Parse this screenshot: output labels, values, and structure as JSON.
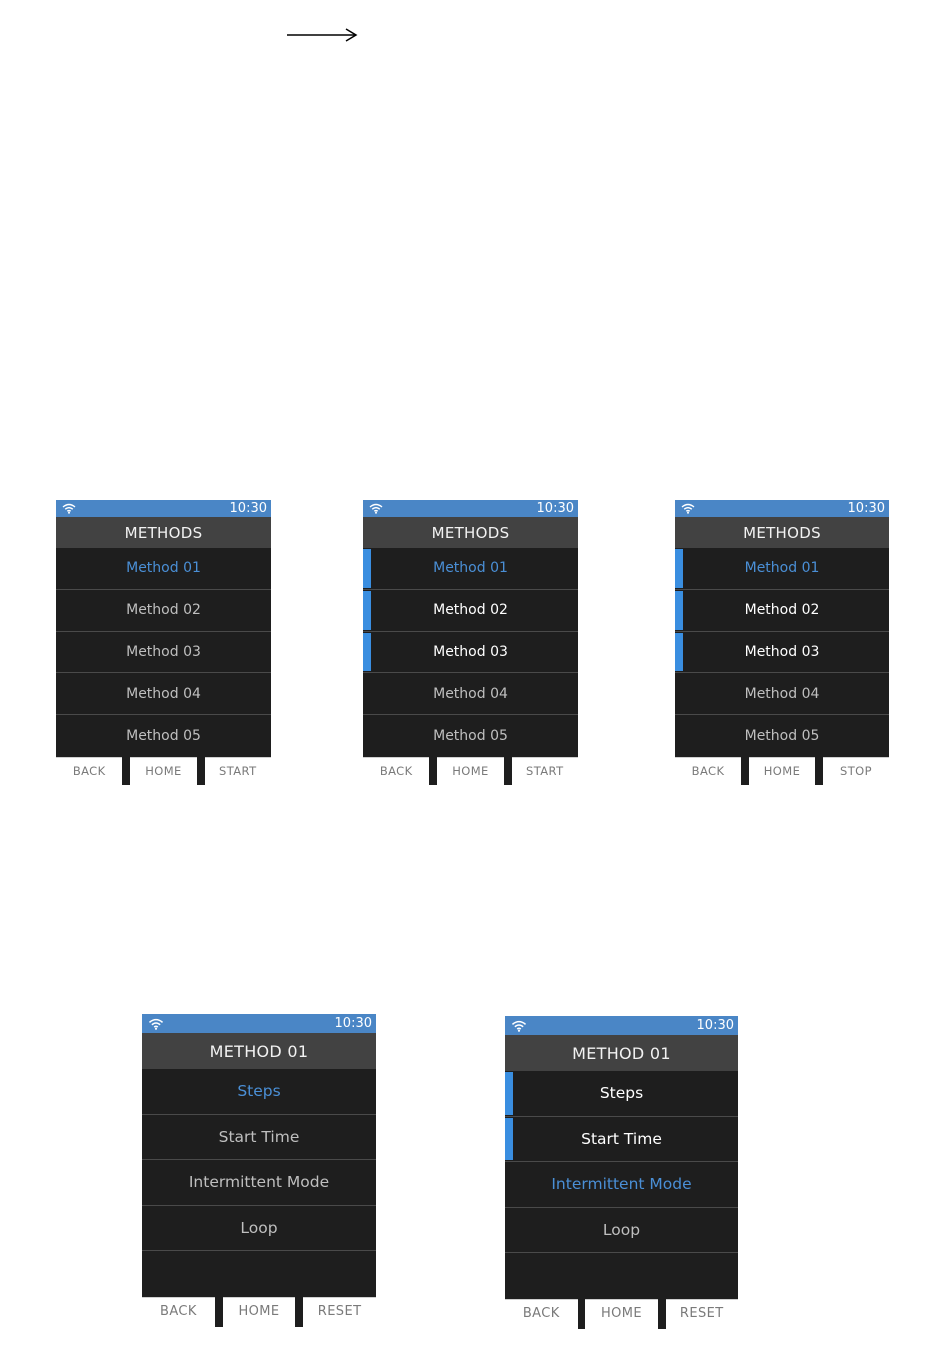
{
  "colors": {
    "status_bar": "#4a86c6",
    "title_bar": "#424242",
    "list_bg": "#1e1e1e",
    "highlight_text": "#4a8fd6",
    "selection_marker": "#3a8ee0"
  },
  "icons": {
    "status": "wifi-icon",
    "annotation": "right-arrow-icon"
  },
  "screens": [
    {
      "time": "10:30",
      "title": "METHODS",
      "items": [
        {
          "label": "Method 01",
          "state": "highlighted"
        },
        {
          "label": "Method 02",
          "state": "normal"
        },
        {
          "label": "Method 03",
          "state": "normal"
        },
        {
          "label": "Method 04",
          "state": "normal"
        },
        {
          "label": "Method 05",
          "state": "normal"
        }
      ],
      "buttons": [
        "BACK",
        "HOME",
        "START"
      ]
    },
    {
      "time": "10:30",
      "title": "METHODS",
      "items": [
        {
          "label": "Method 01",
          "state": "highlighted-selected"
        },
        {
          "label": "Method 02",
          "state": "selected"
        },
        {
          "label": "Method 03",
          "state": "selected"
        },
        {
          "label": "Method 04",
          "state": "normal"
        },
        {
          "label": "Method 05",
          "state": "normal"
        }
      ],
      "buttons": [
        "BACK",
        "HOME",
        "START"
      ]
    },
    {
      "time": "10:30",
      "title": "METHODS",
      "items": [
        {
          "label": "Method 01",
          "state": "highlighted-selected"
        },
        {
          "label": "Method 02",
          "state": "selected"
        },
        {
          "label": "Method 03",
          "state": "selected"
        },
        {
          "label": "Method 04",
          "state": "normal"
        },
        {
          "label": "Method 05",
          "state": "normal"
        }
      ],
      "buttons": [
        "BACK",
        "HOME",
        "STOP"
      ]
    },
    {
      "time": "10:30",
      "title": "METHOD 01",
      "items": [
        {
          "label": "Steps",
          "state": "highlighted"
        },
        {
          "label": "Start Time",
          "state": "normal"
        },
        {
          "label": "Intermittent Mode",
          "state": "normal"
        },
        {
          "label": "Loop",
          "state": "normal"
        },
        {
          "label": "",
          "state": "empty"
        }
      ],
      "buttons": [
        "BACK",
        "HOME",
        "RESET"
      ]
    },
    {
      "time": "10:30",
      "title": "METHOD 01",
      "items": [
        {
          "label": "Steps",
          "state": "selected"
        },
        {
          "label": "Start Time",
          "state": "selected"
        },
        {
          "label": "Intermittent Mode",
          "state": "highlighted"
        },
        {
          "label": "Loop",
          "state": "normal"
        },
        {
          "label": "",
          "state": "empty"
        }
      ],
      "buttons": [
        "BACK",
        "HOME",
        "RESET"
      ]
    }
  ]
}
